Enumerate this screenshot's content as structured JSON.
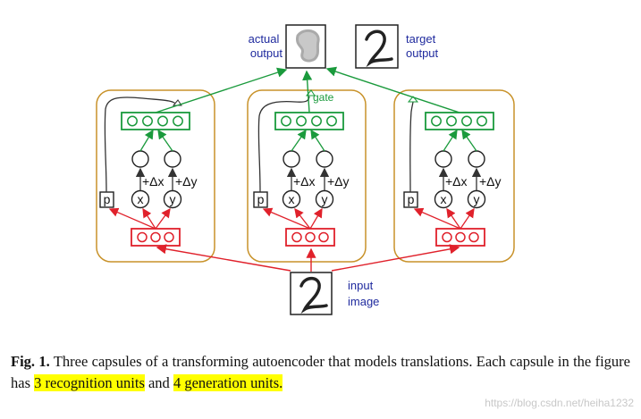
{
  "figure": {
    "actual_output_label": [
      "actual",
      "output"
    ],
    "target_output_label": [
      "target",
      "output"
    ],
    "input_label": [
      "input",
      "image"
    ],
    "gate_label": "gate",
    "p_label": "p",
    "x_label": "x",
    "y_label": "y",
    "dx_label": "+Δx",
    "dy_label": "+Δy",
    "digit_glyph": "2",
    "colors": {
      "capsule_border": "#c8922a",
      "recognition": "#e0212b",
      "generation": "#1a9a3c",
      "text_blue": "#1f2a9e"
    }
  },
  "caption": {
    "label": "Fig. 1.",
    "text_start": "Three capsules of a transforming autoencoder that models translations. Each capsule in the figure has",
    "highlight_1": "3 recognition units",
    "text_middle": "and",
    "highlight_2": "4 generation units.",
    "highlight_color": "#ffff00"
  },
  "watermark": "https://blog.csdn.net/heiha1232"
}
